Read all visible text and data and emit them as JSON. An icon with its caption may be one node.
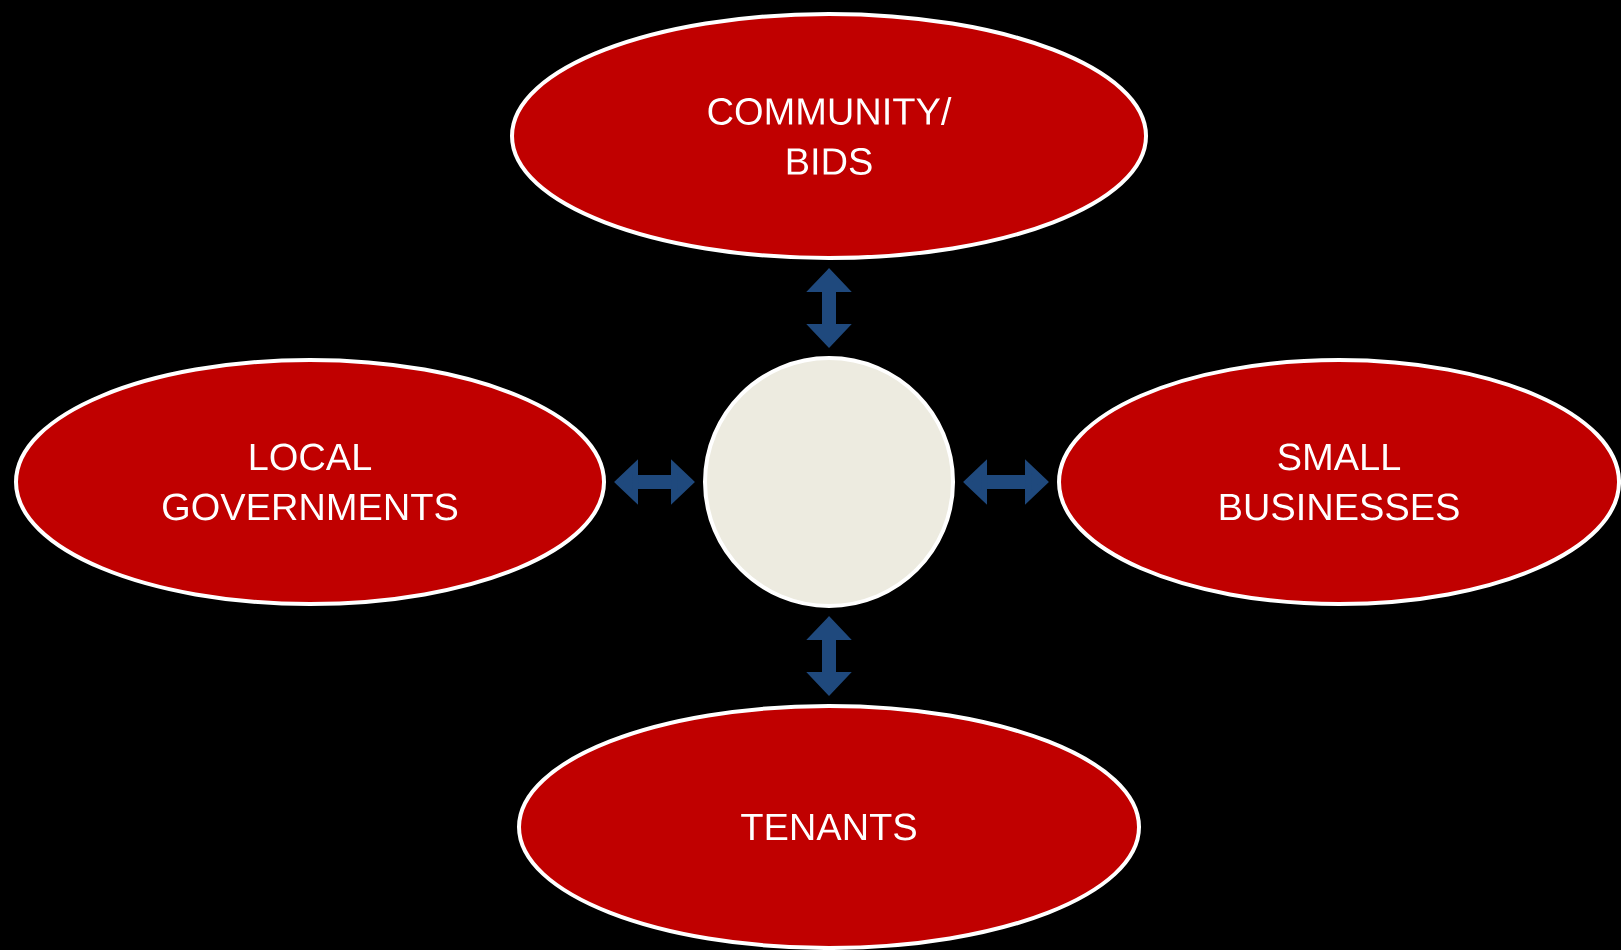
{
  "diagram": {
    "nodes": [
      {
        "text": [
          "COMMUNITY/ BIDS"
        ]
      },
      {
        "text": [
          "LOCAL GOVERNMENTS"
        ]
      },
      {
        "text": [],
        "shape": "circle"
      },
      {
        "text": [
          "SMALL BUSINESSES"
        ]
      },
      {
        "text": [
          "TENANTS"
        ]
      }
    ],
    "edges": [
      {
        "from": 2,
        "to": 0,
        "arrow": "both"
      },
      {
        "from": 2,
        "to": 1,
        "arrow": "both"
      },
      {
        "from": 2,
        "to": 3,
        "arrow": "both"
      },
      {
        "from": 2,
        "to": 4,
        "arrow": "both"
      }
    ]
  }
}
